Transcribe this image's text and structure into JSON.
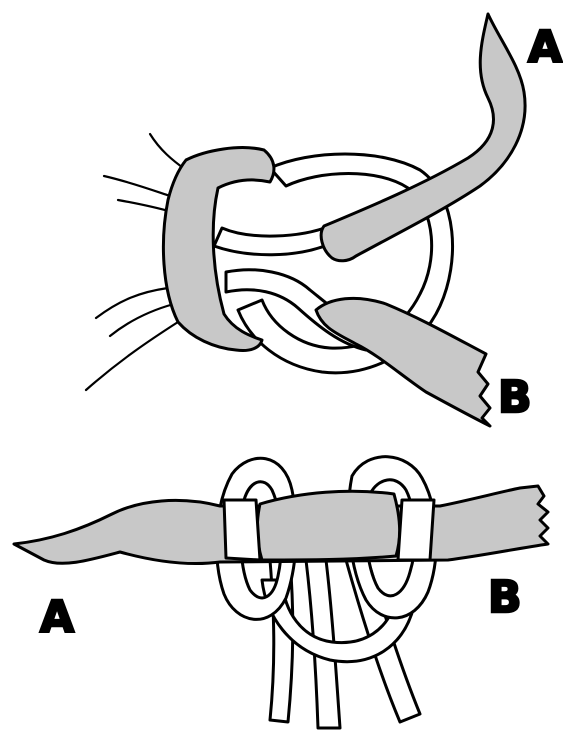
{
  "figure": {
    "top": {
      "label_a": "A",
      "label_b": "B"
    },
    "bottom": {
      "label_a": "A",
      "label_b": "B"
    }
  },
  "colors": {
    "rope_fill": "#c8c8c8",
    "cord_fill": "#ffffff",
    "outline": "#000000",
    "background": "#ffffff"
  }
}
